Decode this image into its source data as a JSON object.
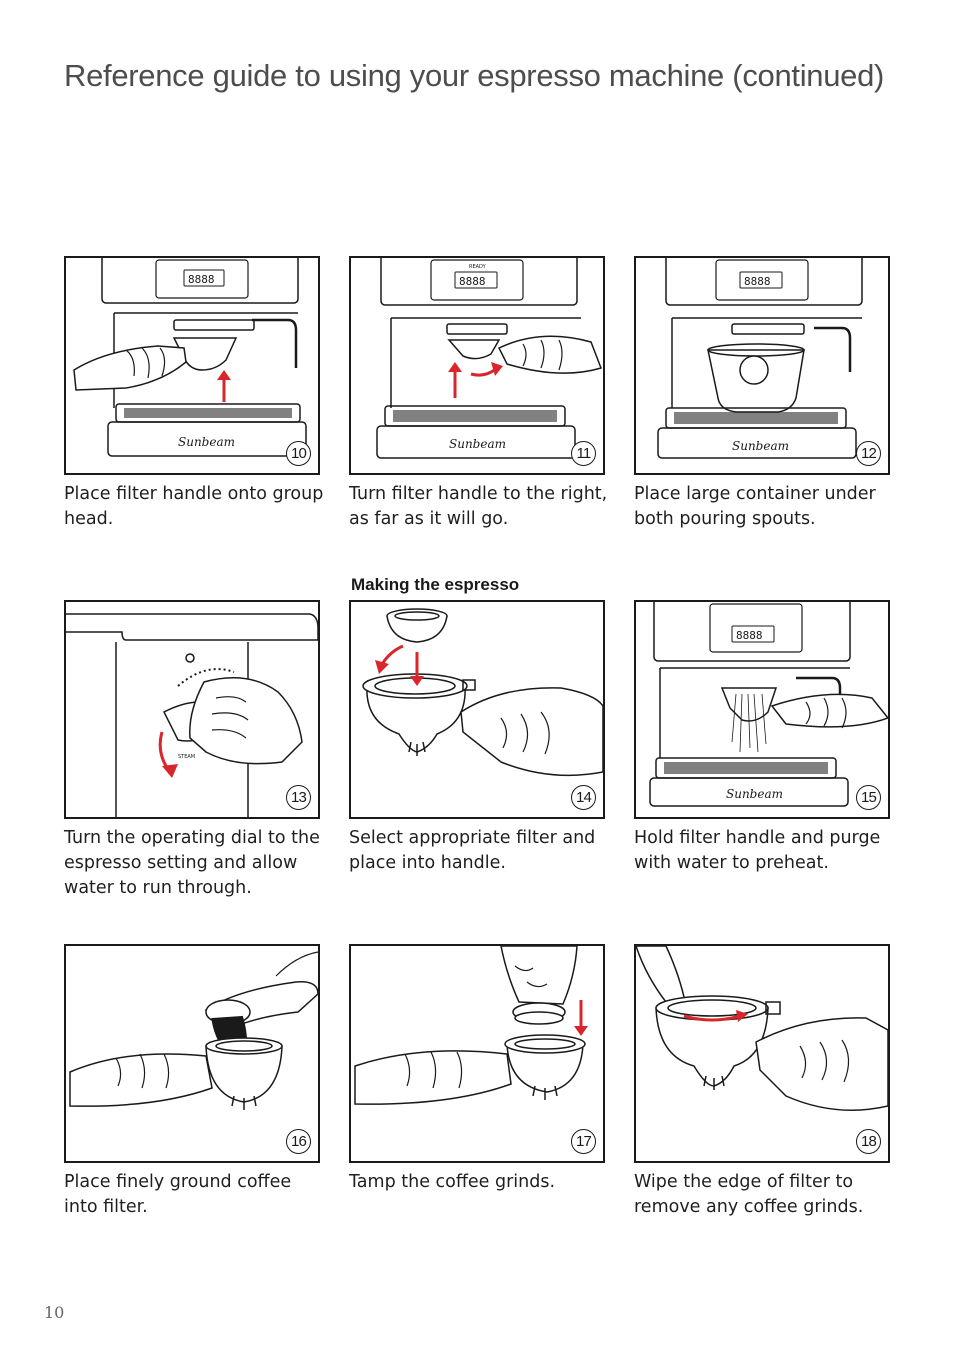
{
  "page": {
    "title": "Reference guide to using your espresso machine (continued)",
    "section_heading": "Making the espresso",
    "page_number": "10"
  },
  "brand": {
    "logo_text": "Sunbeam",
    "display_text": "8888",
    "ready_text": "READY"
  },
  "colors": {
    "accent_red": "#d9262c",
    "ink": "#1a1a1a",
    "title_gray": "#4d4d4d"
  },
  "steps": [
    {
      "number": "10",
      "caption": "Place filter handle onto group head."
    },
    {
      "number": "11",
      "caption": "Turn filter handle to the right, as far as it will go."
    },
    {
      "number": "12",
      "caption": "Place large container under both pouring spouts."
    },
    {
      "number": "13",
      "caption": "Turn the operating dial to the espresso setting and allow water to run through."
    },
    {
      "number": "14",
      "caption": "Select appropriate filter and place into handle."
    },
    {
      "number": "15",
      "caption": "Hold filter handle and purge with water to preheat."
    },
    {
      "number": "16",
      "caption": "Place finely ground coffee into filter."
    },
    {
      "number": "17",
      "caption": "Tamp the coffee grinds."
    },
    {
      "number": "18",
      "caption": "Wipe the edge of filter to remove any coffee grinds."
    }
  ]
}
